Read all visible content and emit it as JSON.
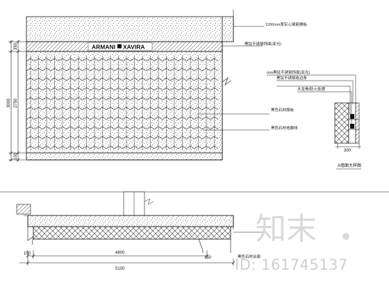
{
  "brand": {
    "logo_left": "ARMANI",
    "logo_right": "XAVIRA"
  },
  "annotations": {
    "top_slab": "1200mm厚实心钢筋楼板",
    "header_band": "黑钛不锈钢饰面(亚光)",
    "wall_panel": "黑色石材面板",
    "wall_base": "黑色石材地脚线",
    "detail_1": "mm黑钛不锈钢饰面(亚光)",
    "detail_2": "黑钛不锈钢收边条",
    "detail_3": "木龙骨/防火处理",
    "section_floor": "黑色石材台面"
  },
  "dimensions": {
    "left_350": "350",
    "left_3000": "3000",
    "left_2750": "2750",
    "left_100": "100",
    "detail_300": "300",
    "plan_4800": "4800",
    "plan_5100": "5100",
    "plan_150_left": "150",
    "plan_150_right": "150"
  },
  "detail_title": "A墙面大样图",
  "watermark": {
    "logo": "知末",
    "id_text": "ID: 161745137"
  },
  "colors": {
    "line": "#111111",
    "stipple": "#555555",
    "watermark": "#d0d0d0"
  }
}
